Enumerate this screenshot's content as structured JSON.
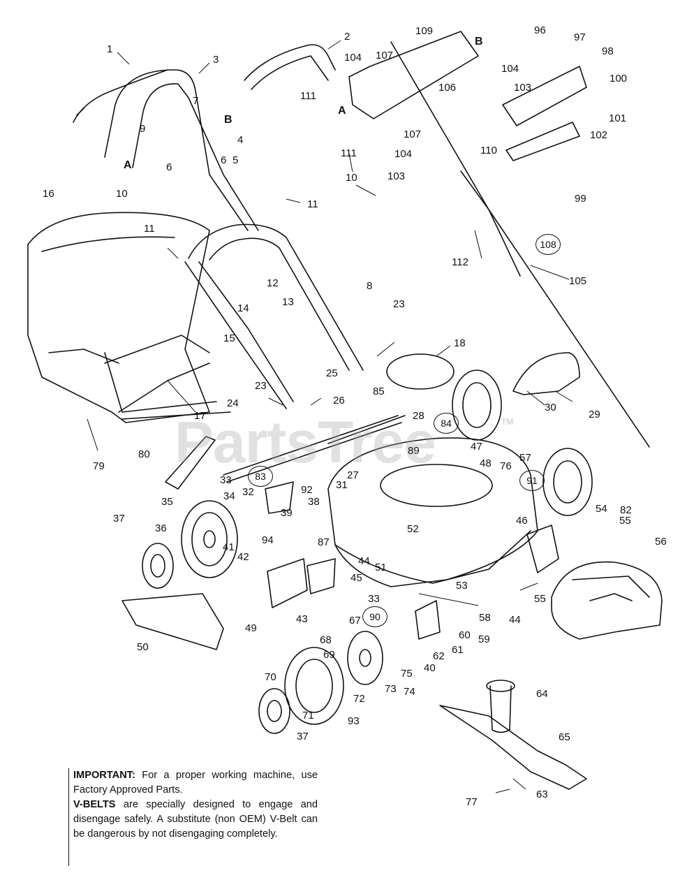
{
  "watermark": {
    "text": "PartsTree",
    "tm": "TM"
  },
  "note": {
    "important_label": "IMPORTANT:",
    "important_text": "For a proper working machine, use Factory Approved Parts.",
    "vbelts_label": "V-BELTS",
    "vbelts_text": "are specially designed to engage and disengage safely. A substitute (non OEM) V-Belt can be dangerous by not disengaging completely."
  },
  "callouts": [
    {
      "id": "1"
    },
    {
      "id": "2"
    },
    {
      "id": "3"
    },
    {
      "id": "4"
    },
    {
      "id": "5"
    },
    {
      "id": "6a",
      "text": "6"
    },
    {
      "id": "6b",
      "text": "6"
    },
    {
      "id": "7"
    },
    {
      "id": "8"
    },
    {
      "id": "9"
    },
    {
      "id": "10a",
      "text": "10"
    },
    {
      "id": "10b",
      "text": "10"
    },
    {
      "id": "11a",
      "text": "11"
    },
    {
      "id": "11b",
      "text": "11"
    },
    {
      "id": "11c",
      "text": "11"
    },
    {
      "id": "11d",
      "text": "111"
    },
    {
      "id": "11e",
      "text": "111"
    },
    {
      "id": "12"
    },
    {
      "id": "13"
    },
    {
      "id": "14"
    },
    {
      "id": "15"
    },
    {
      "id": "16"
    },
    {
      "id": "17"
    },
    {
      "id": "18"
    },
    {
      "id": "23a",
      "text": "23"
    },
    {
      "id": "23b",
      "text": "23"
    },
    {
      "id": "24"
    },
    {
      "id": "25"
    },
    {
      "id": "26"
    },
    {
      "id": "27"
    },
    {
      "id": "28"
    },
    {
      "id": "29"
    },
    {
      "id": "30"
    },
    {
      "id": "31"
    },
    {
      "id": "32"
    },
    {
      "id": "33a",
      "text": "33"
    },
    {
      "id": "33b",
      "text": "33"
    },
    {
      "id": "34"
    },
    {
      "id": "35"
    },
    {
      "id": "36"
    },
    {
      "id": "37a",
      "text": "37"
    },
    {
      "id": "37b",
      "text": "37"
    },
    {
      "id": "38"
    },
    {
      "id": "39"
    },
    {
      "id": "40"
    },
    {
      "id": "41"
    },
    {
      "id": "42"
    },
    {
      "id": "43"
    },
    {
      "id": "44a",
      "text": "44"
    },
    {
      "id": "44b",
      "text": "44"
    },
    {
      "id": "45"
    },
    {
      "id": "46"
    },
    {
      "id": "47"
    },
    {
      "id": "48"
    },
    {
      "id": "49"
    },
    {
      "id": "50"
    },
    {
      "id": "51"
    },
    {
      "id": "52"
    },
    {
      "id": "53"
    },
    {
      "id": "54"
    },
    {
      "id": "55a",
      "text": "55"
    },
    {
      "id": "55b",
      "text": "55"
    },
    {
      "id": "56"
    },
    {
      "id": "57"
    },
    {
      "id": "58"
    },
    {
      "id": "59"
    },
    {
      "id": "60"
    },
    {
      "id": "61"
    },
    {
      "id": "62"
    },
    {
      "id": "63"
    },
    {
      "id": "64"
    },
    {
      "id": "65"
    },
    {
      "id": "67"
    },
    {
      "id": "68"
    },
    {
      "id": "69"
    },
    {
      "id": "70"
    },
    {
      "id": "71"
    },
    {
      "id": "72"
    },
    {
      "id": "73"
    },
    {
      "id": "74"
    },
    {
      "id": "75"
    },
    {
      "id": "76"
    },
    {
      "id": "77"
    },
    {
      "id": "79"
    },
    {
      "id": "80"
    },
    {
      "id": "82"
    },
    {
      "id": "85"
    },
    {
      "id": "87"
    },
    {
      "id": "89"
    },
    {
      "id": "92"
    },
    {
      "id": "93"
    },
    {
      "id": "94"
    },
    {
      "id": "96"
    },
    {
      "id": "97"
    },
    {
      "id": "98"
    },
    {
      "id": "99"
    },
    {
      "id": "100"
    },
    {
      "id": "101"
    },
    {
      "id": "102"
    },
    {
      "id": "103a",
      "text": "103"
    },
    {
      "id": "103b",
      "text": "103"
    },
    {
      "id": "104a",
      "text": "104"
    },
    {
      "id": "104b",
      "text": "104"
    },
    {
      "id": "104c",
      "text": "104"
    },
    {
      "id": "105"
    },
    {
      "id": "106"
    },
    {
      "id": "107a",
      "text": "107"
    },
    {
      "id": "107b",
      "text": "107"
    },
    {
      "id": "109"
    },
    {
      "id": "110"
    },
    {
      "id": "112"
    },
    {
      "id": "Aa",
      "text": "A"
    },
    {
      "id": "Ab",
      "text": "A"
    },
    {
      "id": "Ba",
      "text": "B"
    },
    {
      "id": "Bb",
      "text": "B"
    }
  ],
  "circled": [
    {
      "id": "108"
    },
    {
      "id": "84"
    },
    {
      "id": "83"
    },
    {
      "id": "91"
    },
    {
      "id": "90"
    }
  ]
}
